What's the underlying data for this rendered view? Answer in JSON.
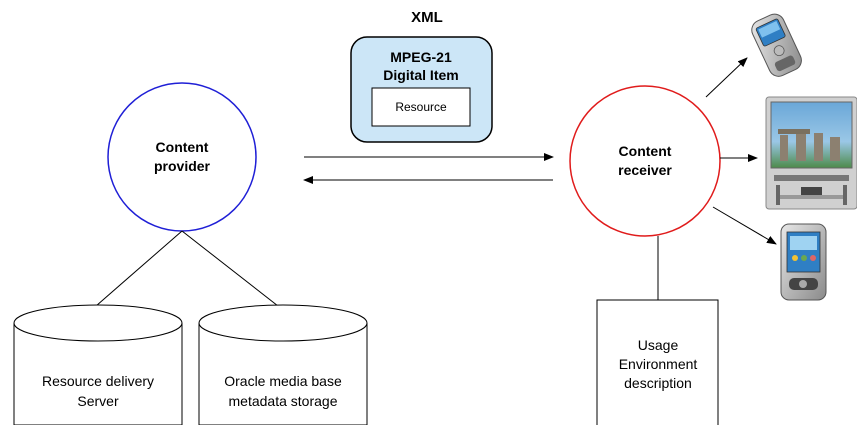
{
  "diagram": {
    "xml_label": "XML",
    "digital_item": {
      "title_line1": "MPEG-21",
      "title_line2": "Digital Item",
      "resource_label": "Resource",
      "fill_color": "#cce6f7"
    },
    "content_provider": {
      "line1": "Content",
      "line2": "provider",
      "stroke_color": "#1f1fd6"
    },
    "content_receiver": {
      "line1": "Content",
      "line2": "receiver",
      "stroke_color": "#e01b1b"
    },
    "databases": [
      {
        "line1": "Resource delivery",
        "line2": "Server"
      },
      {
        "line1": "Oracle media base",
        "line2": "metadata storage"
      }
    ],
    "usage_environment": {
      "line1": "Usage",
      "line2": "Environment",
      "line3": "description"
    },
    "devices": [
      {
        "icon": "mobile-phone-icon"
      },
      {
        "icon": "television-icon"
      },
      {
        "icon": "pda-icon"
      }
    ]
  }
}
